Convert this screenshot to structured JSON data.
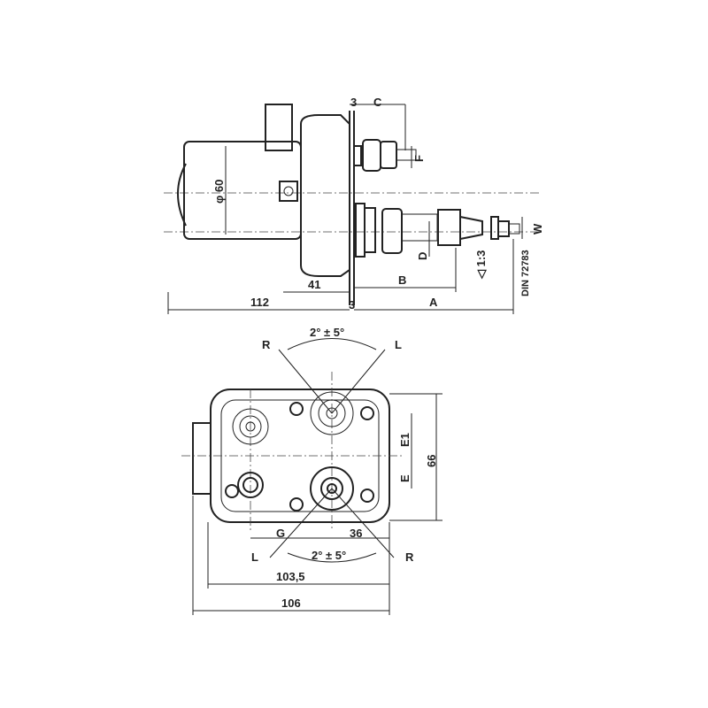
{
  "title": "Wiper motor dimension drawing",
  "side_view": {
    "dim_3_top": "3",
    "dim_c": "C",
    "dim_f": "F",
    "dim_diameter": "φ 60",
    "dim_41": "41",
    "dim_b": "B",
    "dim_d": "D",
    "taper": "◁ 1:3",
    "standard": "DIN 72783",
    "dim_w": "W",
    "dim_112": "112",
    "dim_3_bottom": "3",
    "dim_a": "A"
  },
  "front_view": {
    "top_r": "R",
    "top_angle": "2° ± 5°",
    "top_l": "L",
    "dim_e1": "E1",
    "dim_e": "E",
    "dim_66": "66",
    "dim_g": "G",
    "dim_36": "36",
    "bottom_l": "L",
    "bottom_angle": "2° ± 5°",
    "bottom_r": "R",
    "dim_103_5": "103,5",
    "dim_106": "106"
  }
}
